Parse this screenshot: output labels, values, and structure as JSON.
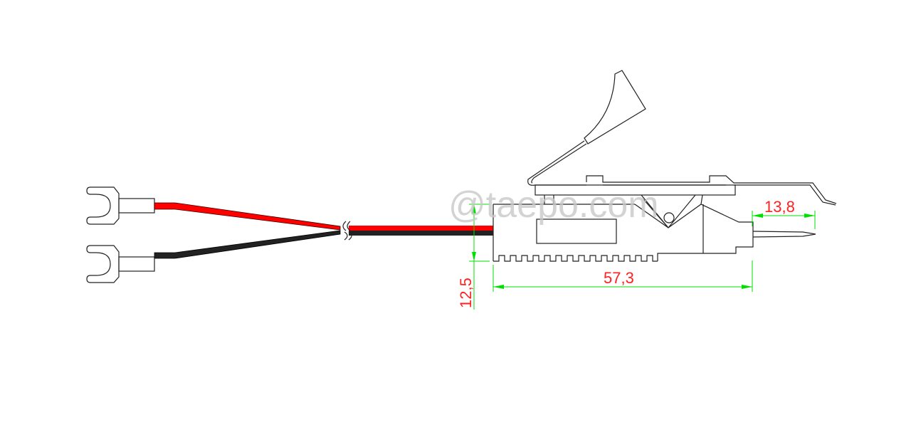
{
  "watermark": "@taepo.com",
  "dimensions": {
    "height_label": "12,5",
    "length_label": "57,3",
    "pin_label": "13,8"
  },
  "colors": {
    "red_wire": "#ff0000",
    "black_wire": "#222222",
    "dimension_line": "#00e000",
    "dimension_text": "#ff2020",
    "watermark": "#c8c8c8"
  }
}
